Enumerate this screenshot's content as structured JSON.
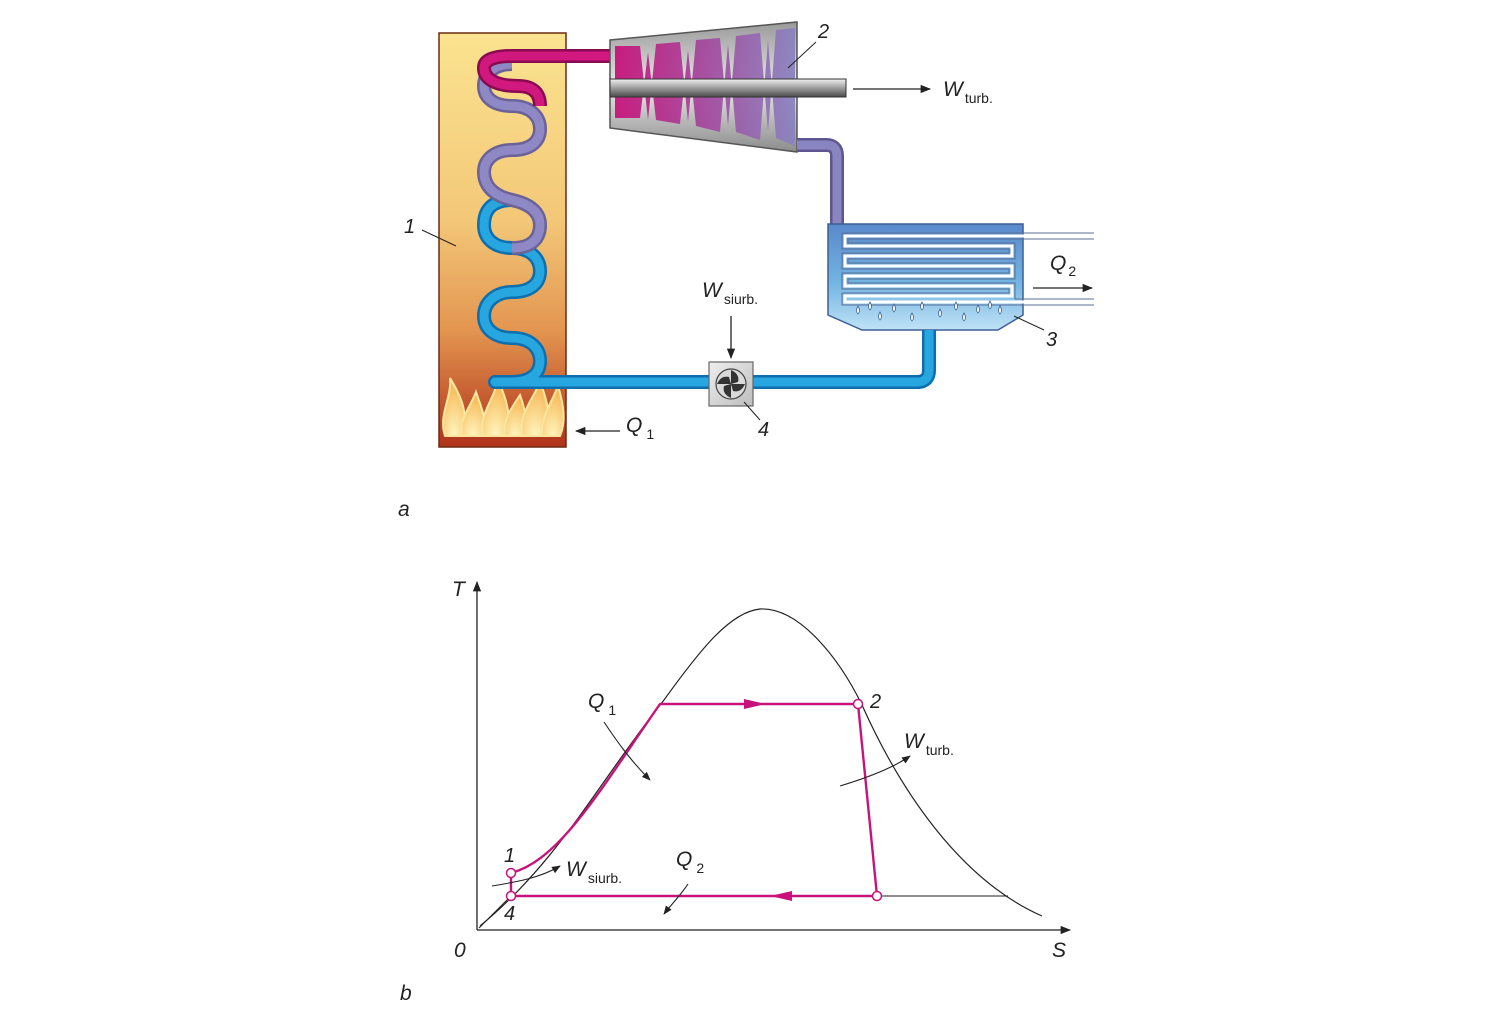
{
  "panel_a": {
    "panel_label": "a",
    "boiler_number": "1",
    "turbine_number": "2",
    "condenser_number": "3",
    "pump_number": "4",
    "turbine_work": {
      "symbol": "W",
      "subscript": "turb."
    },
    "pump_work": {
      "symbol": "W",
      "subscript": "siurb."
    },
    "heat_in": {
      "symbol": "Q",
      "subscript": "1"
    },
    "heat_out": {
      "symbol": "Q",
      "subscript": "2"
    }
  },
  "panel_b": {
    "panel_label": "b",
    "y_axis": "T",
    "x_axis": "S",
    "origin": "0",
    "point_1": "1",
    "point_2": "2",
    "point_4": "4",
    "heat_in": {
      "symbol": "Q",
      "subscript": "1"
    },
    "heat_out": {
      "symbol": "Q",
      "subscript": "2"
    },
    "turbine_work": {
      "symbol": "W",
      "subscript": "turb."
    },
    "pump_work": {
      "symbol": "W",
      "subscript": "siurb."
    }
  },
  "colors": {
    "hot_steam": "#c8147a",
    "cool_steam": "#8a84c0",
    "water": "#1a95d2",
    "cycle": "#c8147a",
    "boiler_top": "#f9e08c",
    "boiler_bottom": "#b83a1a"
  }
}
